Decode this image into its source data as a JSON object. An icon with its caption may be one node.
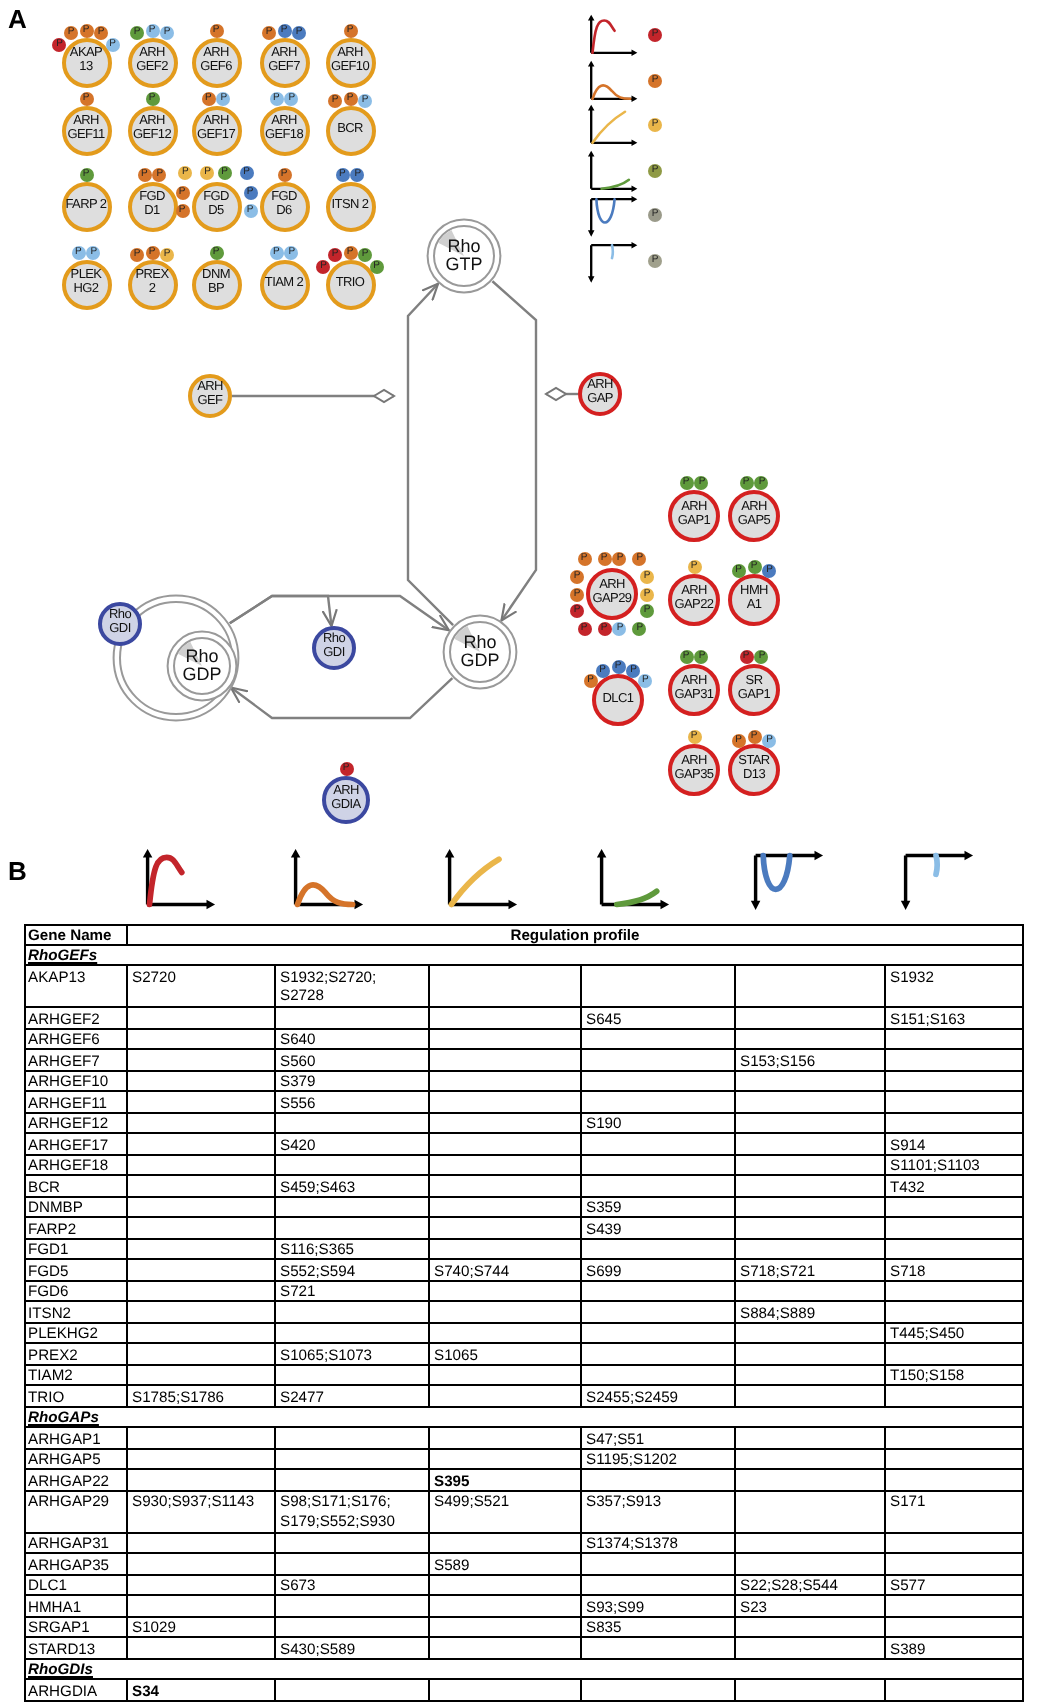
{
  "diagram": {
    "nodes": [
      {
        "text": [
          "AKAP 13"
        ],
        "beside": [
          "P",
          "P",
          "P",
          "P",
          "P"
        ]
      },
      {
        "text": [
          "ARH GEF2"
        ],
        "beside": [
          "P",
          "P",
          "P"
        ]
      },
      {
        "text": [
          "ARH GEF6"
        ],
        "beside": [
          "P"
        ]
      },
      {
        "text": [
          "ARH GEF7"
        ],
        "beside": [
          "P",
          "P",
          "P"
        ]
      },
      {
        "text": [
          "ARH GEF10"
        ],
        "beside": [
          "P"
        ]
      },
      {
        "text": [
          "ARH GEF11"
        ],
        "beside": [
          "P"
        ]
      },
      {
        "text": [
          "ARH GEF12"
        ],
        "beside": [
          "P"
        ]
      },
      {
        "text": [
          "ARH GEF17"
        ],
        "beside": [
          "P",
          "P"
        ]
      },
      {
        "text": [
          "ARH GEF18"
        ],
        "beside": [
          "P",
          "P"
        ]
      },
      {
        "text": [
          "BCR"
        ],
        "beside": [
          "P",
          "P",
          "P"
        ]
      },
      {
        "text": [
          "FARP 2"
        ],
        "beside": [
          "P"
        ]
      },
      {
        "text": [
          "FGD D1"
        ],
        "beside": [
          "P",
          "P"
        ]
      },
      {
        "text": [
          "FGD D5"
        ],
        "beside": [
          "P",
          "P",
          "P",
          "P",
          "P",
          "P",
          "P",
          "P"
        ]
      },
      {
        "text": [
          "FGD D6"
        ],
        "beside": [
          "P"
        ]
      },
      {
        "text": [
          "ITSN 2"
        ],
        "beside": [
          "P",
          "P"
        ]
      },
      {
        "text": [
          "PLEK HG2"
        ],
        "beside": [
          "P",
          "P"
        ]
      },
      {
        "text": [
          "PREX 2"
        ],
        "beside": [
          "P",
          "P",
          "P"
        ]
      },
      {
        "text": [
          "DNM BP"
        ],
        "beside": [
          "P"
        ]
      },
      {
        "text": [
          "TIAM 2"
        ],
        "beside": [
          "P",
          "P"
        ]
      },
      {
        "text": [
          "TRIO"
        ],
        "beside": [
          "P",
          "P",
          "P",
          "P",
          "P"
        ]
      },
      {
        "text": [
          "Rho GTP"
        ]
      },
      {
        "text": [
          "ARH GEF"
        ]
      },
      {
        "text": [
          "ARH GAP"
        ]
      },
      {
        "text": [
          "ARH GAP1"
        ],
        "beside": [
          "P",
          "P"
        ]
      },
      {
        "text": [
          "ARH GAP5"
        ],
        "beside": [
          "P",
          "P"
        ]
      },
      {
        "text": [
          "ARH GAP29"
        ],
        "beside": [
          "P",
          "P",
          "P",
          "P",
          "P",
          "P",
          "P",
          "P",
          "P",
          "P",
          "P",
          "P",
          "P",
          "P"
        ]
      },
      {
        "text": [
          "ARH GAP22"
        ],
        "beside": [
          "P"
        ]
      },
      {
        "text": [
          "HMH A1"
        ],
        "beside": [
          "P",
          "P",
          "P"
        ]
      },
      {
        "text": [],
        "shape": "circle"
      },
      {
        "text": [
          "Rho GDP"
        ],
        "in": 28
      },
      {
        "text": [
          "Rho GDI"
        ]
      },
      {
        "text": [
          "Rho GDI"
        ]
      },
      {
        "text": [
          "Rho GDP"
        ]
      },
      {
        "text": [
          "DLC1"
        ],
        "beside": [
          "P",
          "P",
          "P",
          "P",
          "P"
        ]
      },
      {
        "text": [
          "ARH GAP31"
        ],
        "beside": [
          "P",
          "P"
        ]
      },
      {
        "text": [
          "SR GAP1"
        ],
        "beside": [
          "P",
          "P"
        ]
      },
      {
        "text": [
          "ARH GAP35"
        ],
        "beside": [
          "P"
        ]
      },
      {
        "text": [
          "STAR D13"
        ],
        "beside": [
          "P",
          "P",
          "P"
        ]
      },
      {
        "text": [
          "ARH GDIA"
        ],
        "beside": [
          "P"
        ]
      }
    ],
    "edges": [
      {
        "from": 21,
        "to": null,
        "arrow": "other"
      },
      {
        "from": 22,
        "to": null,
        "arrow": "other"
      },
      {
        "from": 32,
        "to": 20,
        "arrow": "to"
      },
      {
        "from": 20,
        "to": 32,
        "arrow": "to"
      },
      {
        "from": 28,
        "to": 32,
        "arrow": "to"
      },
      {
        "from": 28,
        "to": 31,
        "arrow": "to"
      },
      {
        "from": 32,
        "to": 29,
        "arrow": "to"
      }
    ],
    "labels": [
      "A",
      "B",
      "Gene Name",
      "Regulation profile",
      "RhoGEFs",
      "AKAP13",
      "S2720",
      "S1932;S2720; S2728",
      "S1932",
      "ARHGEF2",
      "S645",
      "S151;S163",
      "ARHGEF6",
      "S640",
      "ARHGEF7",
      "S560",
      "S153;S156",
      "ARHGEF10",
      "S379",
      "ARHGEF11",
      "S556",
      "ARHGEF12",
      "S190",
      "ARHGEF17",
      "S420",
      "S914",
      "ARHGEF18",
      "S1101;S1103",
      "BCR",
      "S459;S463",
      "T432",
      "DNMBP",
      "S359",
      "FARP2",
      "S439",
      "FGD1",
      "S116;S365",
      "FGD5",
      "S552;S594",
      "S740;S744",
      "S699",
      "S718;S721",
      "S718",
      "FGD6",
      "S721",
      "ITSN2",
      "S884;S889",
      "PLEKHG2",
      "T445;S450",
      "PREX2",
      "S1065;S1073",
      "S1065",
      "TIAM2",
      "T150;S158",
      "TRIO",
      "S1785;S1786",
      "S2477",
      "S2455;S2459",
      "RhoGAPs",
      "ARHGAP1",
      "S47;S51",
      "ARHGAP5",
      "S1195;S1202",
      "ARHGAP22",
      "S395",
      "ARHGAP29",
      "S930;S937;S1143",
      "S98;S171;S176; S179;S552;S930",
      "S499;S521",
      "S357;S913",
      "S171",
      "ARHGAP31",
      "S1374;S1378",
      "ARHGAP35",
      "S589",
      "DLC1",
      "S673",
      "S22;S28;S544",
      "S577",
      "HMHA1",
      "S93;S99",
      "S23",
      "SRGAP1",
      "S1029",
      "S835",
      "STARD13",
      "S430;S589",
      "S389",
      "RhoGDIs",
      "ARHGDIA",
      "S34"
    ],
    "legend": [
      {
        "text": "P"
      },
      {
        "text": "P"
      },
      {
        "text": "P"
      },
      {
        "text": "P"
      },
      {
        "text": "P"
      },
      {
        "text": "P"
      }
    ]
  }
}
